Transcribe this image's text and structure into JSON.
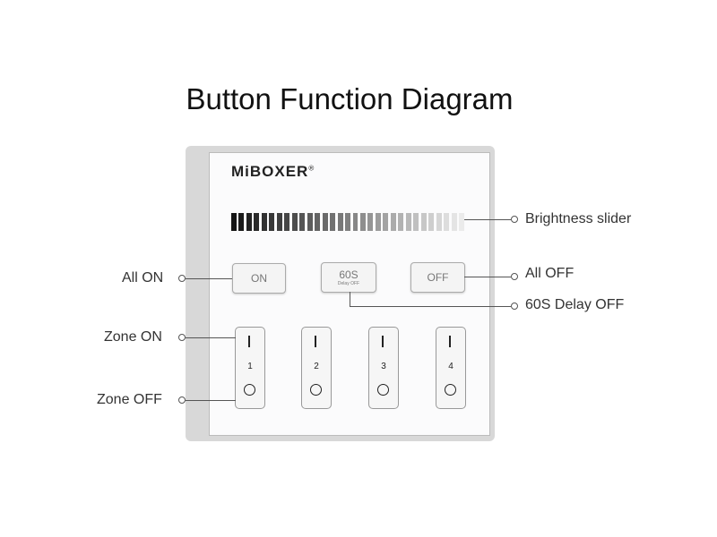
{
  "title": "Button Function Diagram",
  "brand": {
    "name": "MiBOXER",
    "mark": "®"
  },
  "buttons": {
    "on": "ON",
    "delay": "60S",
    "delay_sub": "Delay OFF",
    "off": "OFF"
  },
  "zones": [
    "1",
    "2",
    "3",
    "4"
  ],
  "labels": {
    "brightness": "Brightness slider",
    "all_on": "All ON",
    "all_off": "All OFF",
    "delay_off": "60S Delay OFF",
    "zone_on": "Zone ON",
    "zone_off": "Zone OFF"
  }
}
